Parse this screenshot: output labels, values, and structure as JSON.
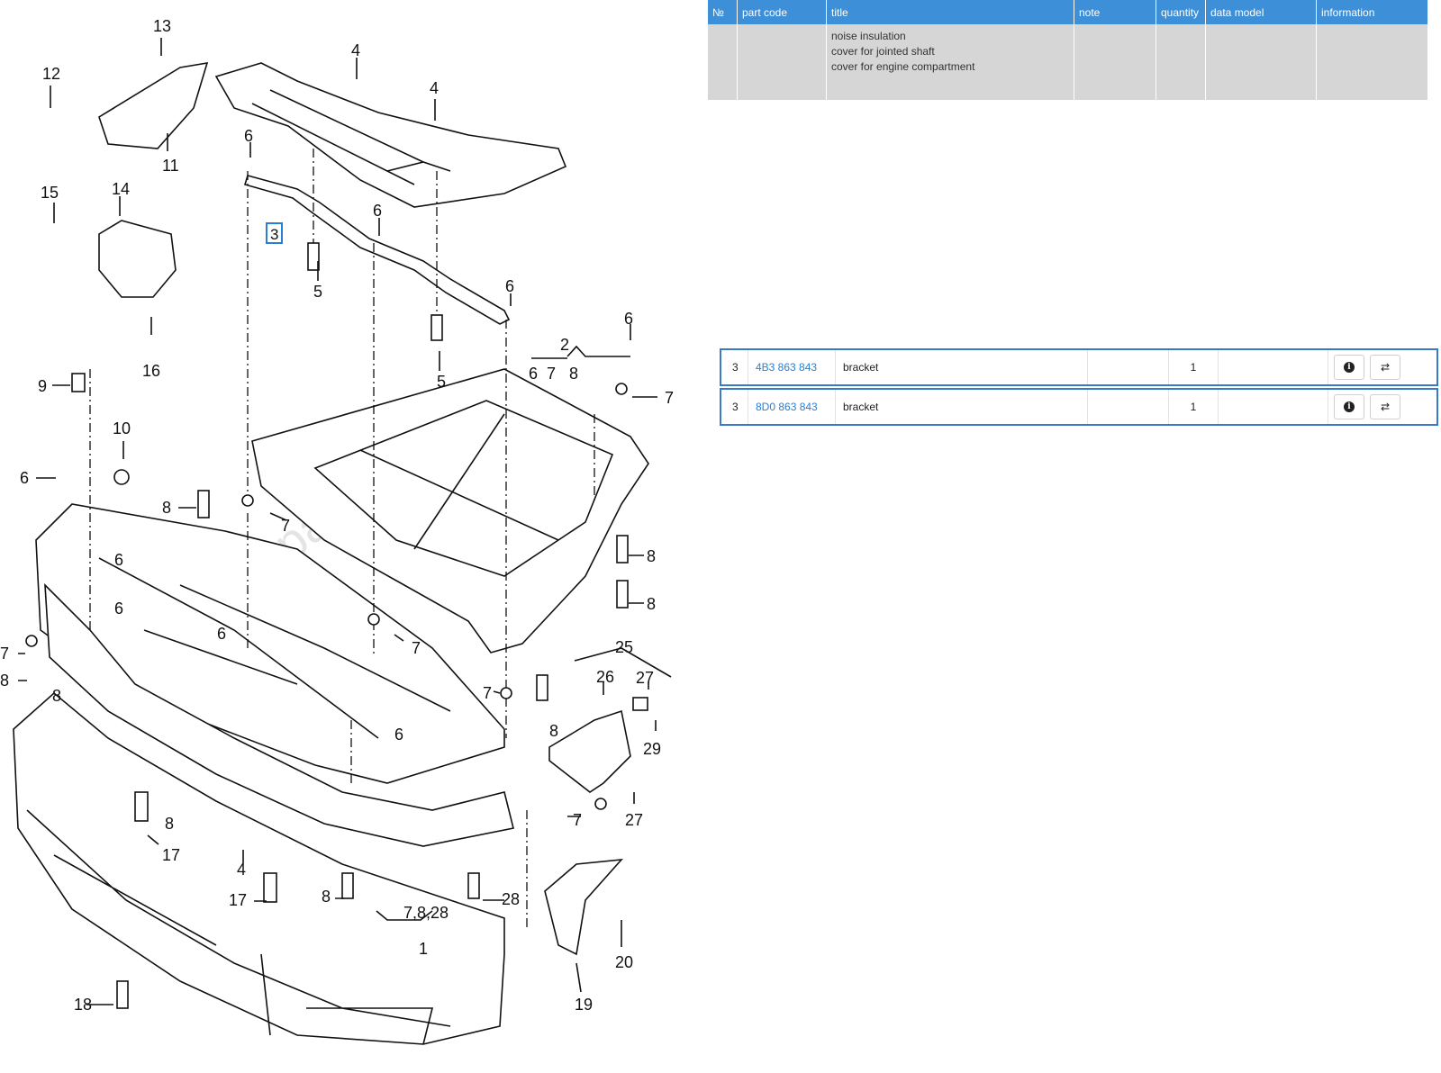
{
  "table": {
    "headers": [
      "№",
      "part code",
      "title",
      "note",
      "quantity",
      "data model",
      "information"
    ],
    "row": {
      "no": "",
      "part_code": "",
      "title_lines": [
        "noise insulation",
        "cover for jointed shaft",
        "cover for engine compartment"
      ],
      "note": "",
      "quantity": "",
      "data_model": "",
      "information": ""
    }
  },
  "parts": [
    {
      "no": "3",
      "code": "4B3 863 843",
      "title": "bracket",
      "note": "",
      "quantity": "1",
      "model": ""
    },
    {
      "no": "3",
      "code": "8D0 863 843",
      "title": "bracket",
      "note": "",
      "quantity": "1",
      "model": ""
    }
  ],
  "icons": {
    "info": "info-circle-icon",
    "swap": "swap-arrows-icon"
  },
  "diagram": {
    "watermark": "catalogs-parts.com",
    "selected": "3",
    "labels": {
      "l13": "13",
      "l12": "12",
      "l11": "11",
      "l4a": "4",
      "l4b": "4",
      "l6a": "6",
      "l6b": "6",
      "l6c": "6",
      "l6d": "6",
      "l15": "15",
      "l14": "14",
      "l5a": "5",
      "l5b": "5",
      "l16": "16",
      "l2": "2",
      "l678": "6  7   8",
      "l9": "9",
      "l7a": "7",
      "l10": "10",
      "l6e": "6",
      "l8a": "8",
      "l7b": "7",
      "l8b": "8",
      "l6f": "6",
      "l8c": "8",
      "l6g": "6",
      "l6h": "6",
      "l7c": "7",
      "l8d": "8",
      "l7d": "7",
      "l8e": "8",
      "l25": "25",
      "l26": "26",
      "l27a": "27",
      "l7e": "7",
      "l8f": "8",
      "l6i": "6",
      "l29": "29",
      "l17a": "17",
      "l8g": "8",
      "l4c": "4",
      "l27b": "27",
      "l7f": "7",
      "l17b": "17",
      "l8h": "8",
      "l7828": "7,8,28",
      "l28": "28",
      "l1": "1",
      "l20": "20",
      "l19": "19",
      "l18": "18"
    }
  }
}
